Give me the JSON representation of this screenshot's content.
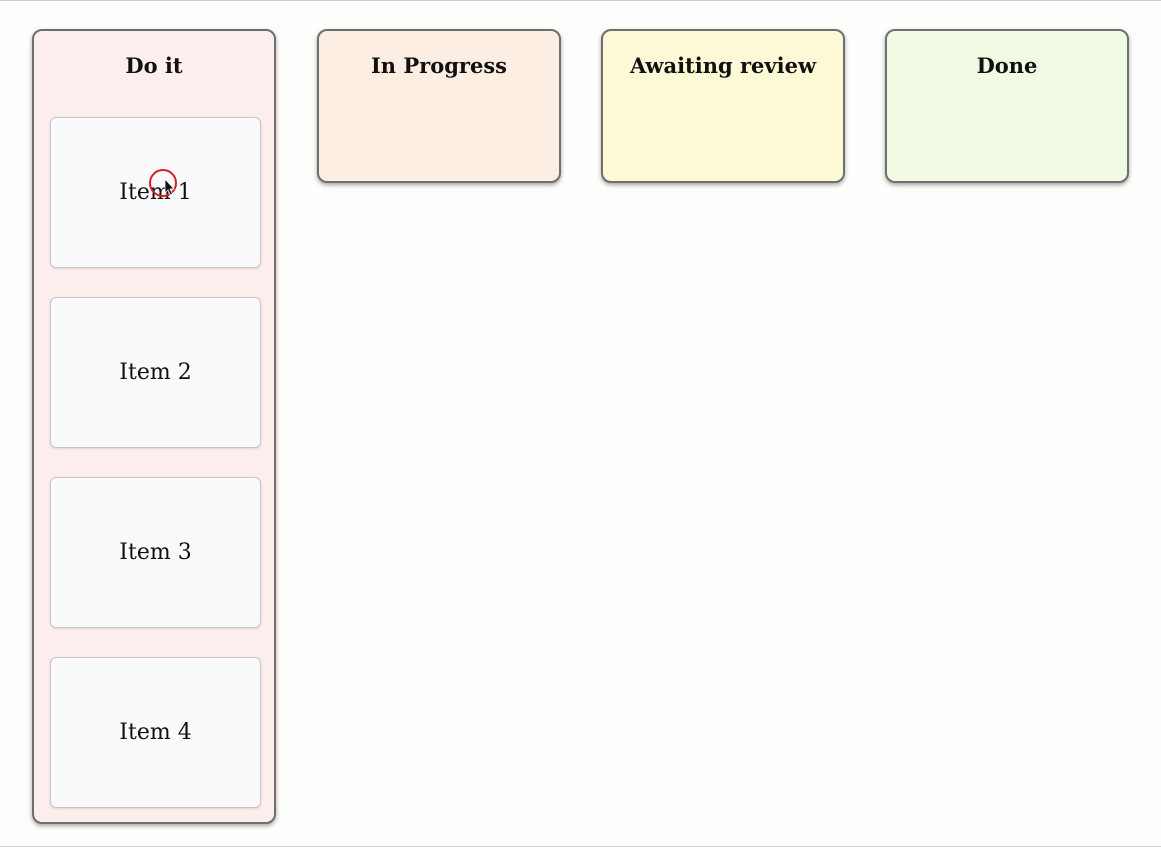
{
  "board": {
    "columns": [
      {
        "title": "Do it",
        "color": "#fdeeee"
      },
      {
        "title": "In Progress",
        "color": "#fdeee3"
      },
      {
        "title": "Awaiting review",
        "color": "#fdf8d6"
      },
      {
        "title": "Done",
        "color": "#f1fbe3"
      }
    ],
    "cards": [
      {
        "label": "Item 1"
      },
      {
        "label": "Item 2"
      },
      {
        "label": "Item 3"
      },
      {
        "label": "Item 4"
      }
    ]
  },
  "cursor": {
    "icon": "mouse-pointer-icon",
    "highlight": "click-ring"
  }
}
